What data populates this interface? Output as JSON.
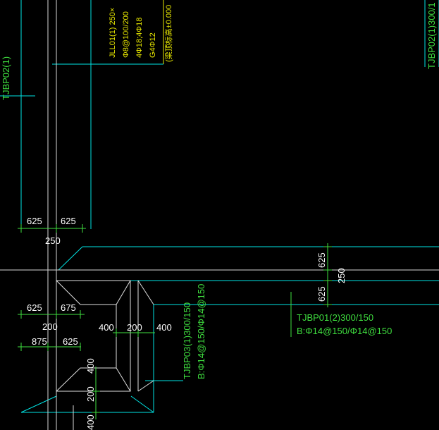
{
  "colors": {
    "background": "#000000",
    "beam": "#00e5e5",
    "wall": "#d8d8d8",
    "dimension": "#ffffff",
    "label_green": "#3fdf3f",
    "label_yellow": "#e8e800",
    "pit_outline": "#e0e0e0"
  },
  "labels": {
    "jll01_line1": "JLL01(1) 250×",
    "jll01_line2": "Φ8@100/200",
    "jll01_line3": "4Φ18;4Φ18",
    "jll01_line4": "G4Φ12",
    "jll01_line5": "(梁顶标高±0.000",
    "tjbp02_left": "TJBP02(1)",
    "tjbp02_right": "TJBP02(1)300/1",
    "tjbp01_line1": "TJBP01(2)300/150",
    "tjbp01_line2": "B:Φ14@150/Φ14@150",
    "tjbp03_line1": "TJBP03(1)300/150",
    "tjbp03_line2": "B:Φ14@150/Φ14@150"
  },
  "dimensions": {
    "top_625_left": "625",
    "top_625_right": "625",
    "top_250": "250",
    "mid_625_left": "625",
    "mid_675": "675",
    "mid_200": "200",
    "low_875": "875",
    "low_625": "625",
    "pit_400_left": "400",
    "pit_200": "200",
    "pit_400_right": "400",
    "pit_400_vertical": "400",
    "bottom_200": "200",
    "bottom_400": "400",
    "right_625_top": "625",
    "right_250": "250",
    "right_625_bottom": "625"
  }
}
